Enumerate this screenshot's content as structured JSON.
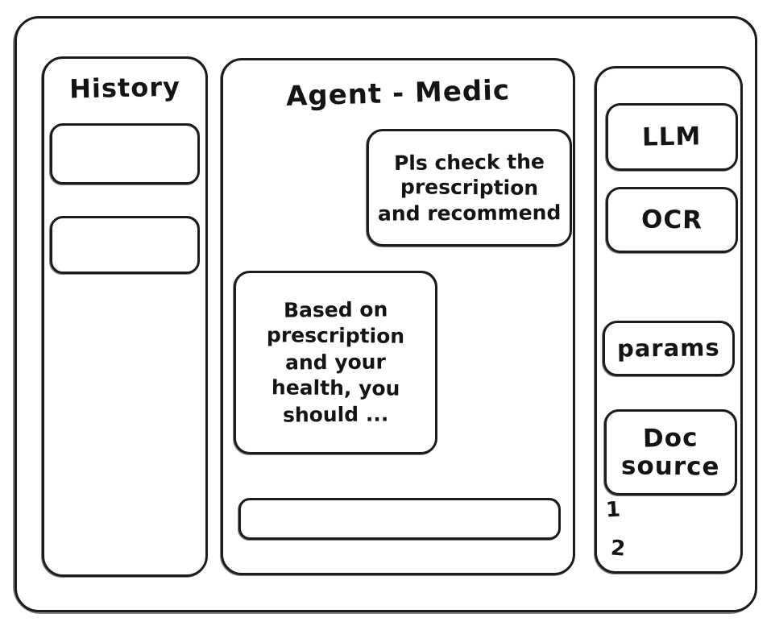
{
  "window": {
    "frame_name": "app-window"
  },
  "sidebar": {
    "title": "History",
    "items": [
      {
        "label": ""
      },
      {
        "label": ""
      }
    ]
  },
  "main": {
    "title": "Agent - Medic",
    "messages": [
      {
        "role": "user",
        "lines": [
          "Pls check the",
          "prescription",
          "and recommend"
        ]
      },
      {
        "role": "agent",
        "lines": [
          "Based on",
          "prescription",
          "and your",
          "health, you",
          "should ..."
        ]
      }
    ],
    "composer": {
      "value": "",
      "placeholder": ""
    }
  },
  "tools": {
    "cards": [
      {
        "name": "llm",
        "lines": [
          "LLM"
        ]
      },
      {
        "name": "ocr",
        "lines": [
          "OCR"
        ]
      },
      {
        "name": "params",
        "lines": [
          "params"
        ]
      },
      {
        "name": "doc-source",
        "lines": [
          "Doc",
          "source"
        ]
      }
    ],
    "doc_items": [
      "1",
      "2"
    ]
  },
  "style": {
    "stroke": "#1c1c1c",
    "background": "#ffffff",
    "text": "#141414"
  }
}
